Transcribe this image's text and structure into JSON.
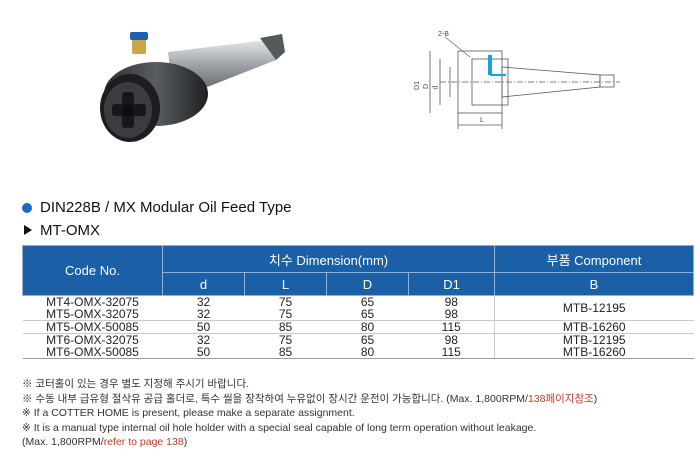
{
  "headings": {
    "main": "DIN228B / MX Modular Oil Feed Type",
    "sub": "MT-OMX"
  },
  "drawing_labels": {
    "callout": "2-B",
    "d1": "D1",
    "d_big": "D",
    "d_small": "d",
    "length": "L"
  },
  "table": {
    "code_header": "Code No.",
    "dimension_header": "치수  Dimension(mm)",
    "component_header": "부품  Component",
    "columns": [
      "d",
      "L",
      "D",
      "D1",
      "B"
    ],
    "rows": [
      {
        "code": "MT4-OMX-32075",
        "d": "32",
        "L": "75",
        "D": "65",
        "D1": "98"
      },
      {
        "code": "MT5-OMX-32075",
        "d": "32",
        "L": "75",
        "D": "65",
        "D1": "98"
      },
      {
        "code": "MT5-OMX-50085",
        "d": "50",
        "L": "85",
        "D": "80",
        "D1": "115"
      },
      {
        "code": "MT6-OMX-32075",
        "d": "32",
        "L": "75",
        "D": "65",
        "D1": "98"
      },
      {
        "code": "MT6-OMX-50085",
        "d": "50",
        "L": "85",
        "D": "80",
        "D1": "115"
      }
    ],
    "components": [
      "MTB-12195",
      "MTB-16260",
      "MTB-12195",
      "MTB-16260"
    ]
  },
  "notes": {
    "n1": "※ 코터홀이 있는 경우 별도 지정해 주시기 바랍니다.",
    "n2_text": "※ 수동 내부 급유형 절삭유 공급 홀더로, 특수 씰을 장착하여 누유없이 장시간 운전이 가능합니다. (Max. 1,800RPM/",
    "n2_ref": "138페이지참조",
    "n2_end": ")",
    "n3": "※ If a COTTER HOME is present, please make a separate assignment.",
    "n4": "※ It is a manual type internal oil hole holder with a special seal capable of long term operation without leakage.",
    "n5_text": "(Max. 1,800RPM/",
    "n5_ref": "refer to page 138",
    "n5_end": ")"
  },
  "colors": {
    "header_blue": "#1b5fa7",
    "bullet_blue": "#1a6bc4",
    "ref_red": "#c0392b"
  }
}
